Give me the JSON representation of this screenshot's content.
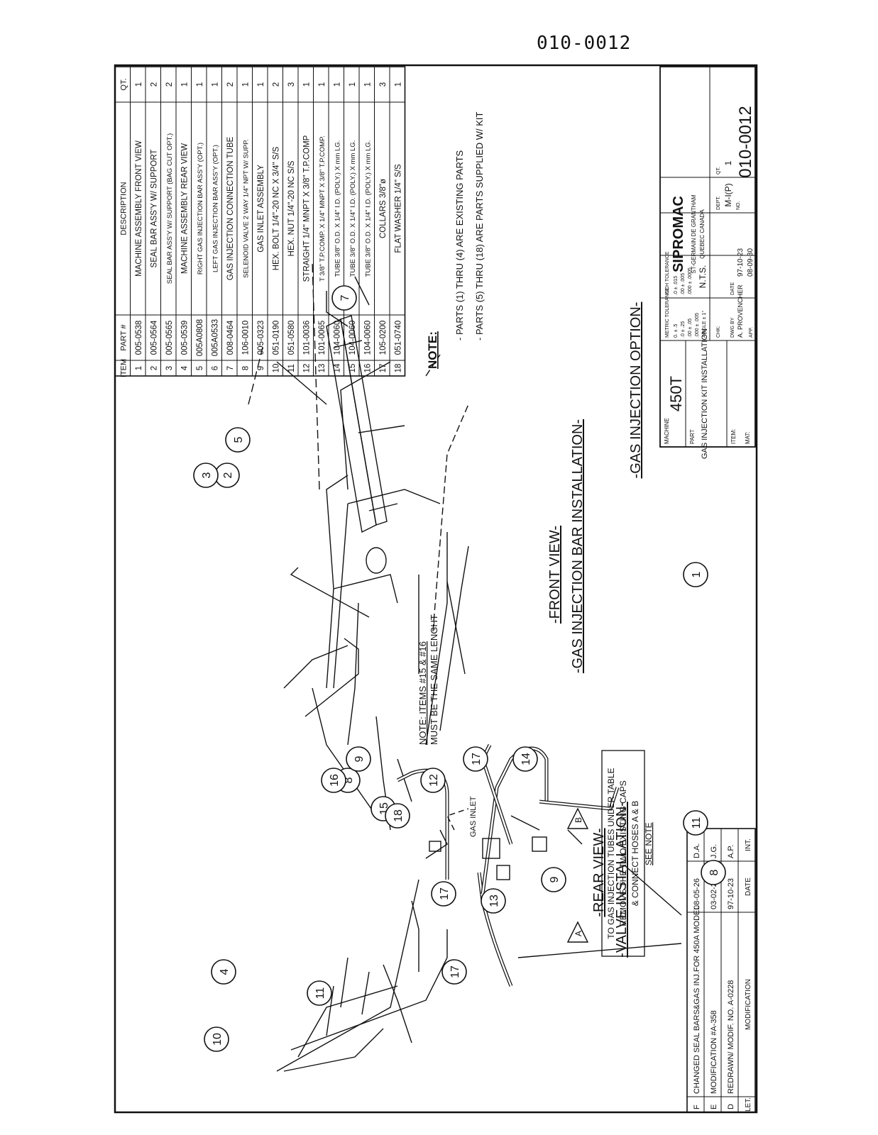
{
  "page_number": "010-0012",
  "parts_table": {
    "headers": {
      "item": "ITEM",
      "part": "PART #",
      "description": "DESCRIPTION",
      "qty": "QT."
    },
    "rows": [
      {
        "item": "1",
        "part": "005-0538",
        "description": "MACHINE ASSEMBLY FRONT VIEW",
        "qty": "1"
      },
      {
        "item": "2",
        "part": "005-0564",
        "description": "SEAL BAR ASS'Y W/ SUPPORT",
        "qty": "2"
      },
      {
        "item": "3",
        "part": "005-0565",
        "description": "SEAL BAR ASS'Y W/ SUPPORT (BAG CUT OPT.)",
        "qty": "2"
      },
      {
        "item": "4",
        "part": "005-0539",
        "description": "MACHINE ASSEMBLY REAR VIEW",
        "qty": "1"
      },
      {
        "item": "5",
        "part": "005A0808",
        "description": "RIGHT GAS INJECTION BAR ASS'Y (OPT.)",
        "qty": "1"
      },
      {
        "item": "6",
        "part": "005A0533",
        "description": "LEFT GAS INJECTION BAR ASS'Y (OPT.)",
        "qty": "1"
      },
      {
        "item": "7",
        "part": "008-0464",
        "description": "GAS INJECTION CONNECTION TUBE",
        "qty": "2"
      },
      {
        "item": "8",
        "part": "106-0010",
        "description": "SELENOID VALVE 2 WAY 1/4\" NPT W/ SUPP.",
        "qty": "1"
      },
      {
        "item": "9",
        "part": "005-0323",
        "description": "GAS INLET ASSEMBLY",
        "qty": "1"
      },
      {
        "item": "10",
        "part": "051-0190",
        "description": "HEX. BOLT 1/4\"-20 NC X 3/4\" S/S",
        "qty": "2"
      },
      {
        "item": "11",
        "part": "051-0580",
        "description": "HEX. NUT 1/4\"-20 NC S/S",
        "qty": "3"
      },
      {
        "item": "12",
        "part": "101-0036",
        "description": "STRAIGHT 1/4\" MNPT X 3/8\" T.P.COMP",
        "qty": "1"
      },
      {
        "item": "13",
        "part": "101-0065",
        "description": "T 3/8\" T.P.COMP. X 1/4\" MNPT X 3/8\" T.P.COMP.",
        "qty": "1"
      },
      {
        "item": "14",
        "part": "104-0060",
        "description": "TUBE 3/8\" O.D. X 1/4\" I.D. (POLY.) X      mm LG.",
        "qty": "1"
      },
      {
        "item": "15",
        "part": "104-0060",
        "description": "TUBE 3/8\" O.D. X 1/4\" I.D. (POLY.) X      mm LG.",
        "qty": "1"
      },
      {
        "item": "16",
        "part": "104-0060",
        "description": "TUBE 3/8\" O.D. X 1/4\" I.D. (POLY.) X      mm LG.",
        "qty": "1"
      },
      {
        "item": "17",
        "part": "105-0200",
        "description": "COLLARS 3/8\"ø",
        "qty": "3"
      },
      {
        "item": "18",
        "part": "051-0740",
        "description": "FLAT WASHER 1/4\" S/S",
        "qty": "1"
      }
    ]
  },
  "note": {
    "heading": "NOTE:",
    "line1": "- PARTS (1) THRU (4) ARE EXISTING PARTS",
    "line2": "- PARTS (5) THRU (18) ARE PARTS SUPPLIED W/ KIT"
  },
  "views": {
    "front_view": "-FRONT VIEW-",
    "front_subtitle": "-GAS INJECTION BAR INSTALLATION-",
    "rear_view": "-REAR VIEW-",
    "rear_subtitle": "-VALVE INSTALLATION-",
    "option_title": "-GAS INJECTION OPTION-"
  },
  "annotations": {
    "items_note_1": "NOTE: ITEMS #15 & #16",
    "items_note_2": "MUST BE THE SAME LENGHT",
    "gas_inlet": "GAS INLET",
    "see_note": "SEE NOTE",
    "instr_1": "TO GAS INJECTION TUBES UNDER TABLE",
    "instr_2": "REMOVE THE TWO EXISTING CAPS",
    "instr_3": "& CONNECT HOSES A & B",
    "hose_a": "A",
    "hose_b": "B"
  },
  "balloons": [
    "1",
    "2",
    "3",
    "4",
    "5",
    "7",
    "8",
    "8",
    "9",
    "9",
    "10",
    "11",
    "11",
    "12",
    "13",
    "14",
    "15",
    "16",
    "17",
    "17",
    "17",
    "18"
  ],
  "revisions": [
    {
      "let": "F",
      "mod": "CHANGED SEAL BARS&GAS INJ.FOR 450A MODEL",
      "date": "08-05-26",
      "int": "D.A."
    },
    {
      "let": "E",
      "mod": "MODIFICATION #A-358",
      "date": "03-02-21",
      "int": "J.G."
    },
    {
      "let": "D",
      "mod": "REDRAWN/ MODIF. NO. A-0228",
      "date": "97-10-23",
      "int": "A.P."
    }
  ],
  "revision_headers": {
    "let": "LET.",
    "mod": "MODIFICATION",
    "date": "DATE",
    "int": "INT."
  },
  "title_block": {
    "machine_label": "MACHINE",
    "machine": "450T",
    "part_label": "PART",
    "part": "GAS INJECTION KIT INSTALLATION",
    "item_label": "ITEM:",
    "mat_label": "MAT:",
    "metric_label": "METRIC TOLERANCE",
    "metric_1": "0. ± .5",
    "metric_2": ".0 ± .25",
    "metric_3": ".00 ± .05",
    "metric_4": ".000 ± .005",
    "inch_label": "INCH TOLERANCE",
    "inch_1": ".0 ± .015",
    "inch_2": ".00 ± .005",
    "inch_3": ".000 ± .0005",
    "angle": "ANGLE ± 1°",
    "scale": "N.T.S.",
    "company": "SIPROMAC",
    "address_1": "ST-GERMAIN DE GRANTHAM",
    "address_2": "QUEBEC CANADA",
    "chk_label": "CHK:",
    "drw_label": "DWG BY",
    "drw_by": "A. PROVENCHER",
    "date_label": "DATE",
    "drw_date": "97-10-23",
    "app_label": "APP.",
    "app_date": "08-09-30",
    "dept_label": "DEPT.",
    "dept": "M-I(P)",
    "qt_label": "QT.",
    "qt": "1",
    "no_label": "NO.",
    "number": "010-0012"
  }
}
